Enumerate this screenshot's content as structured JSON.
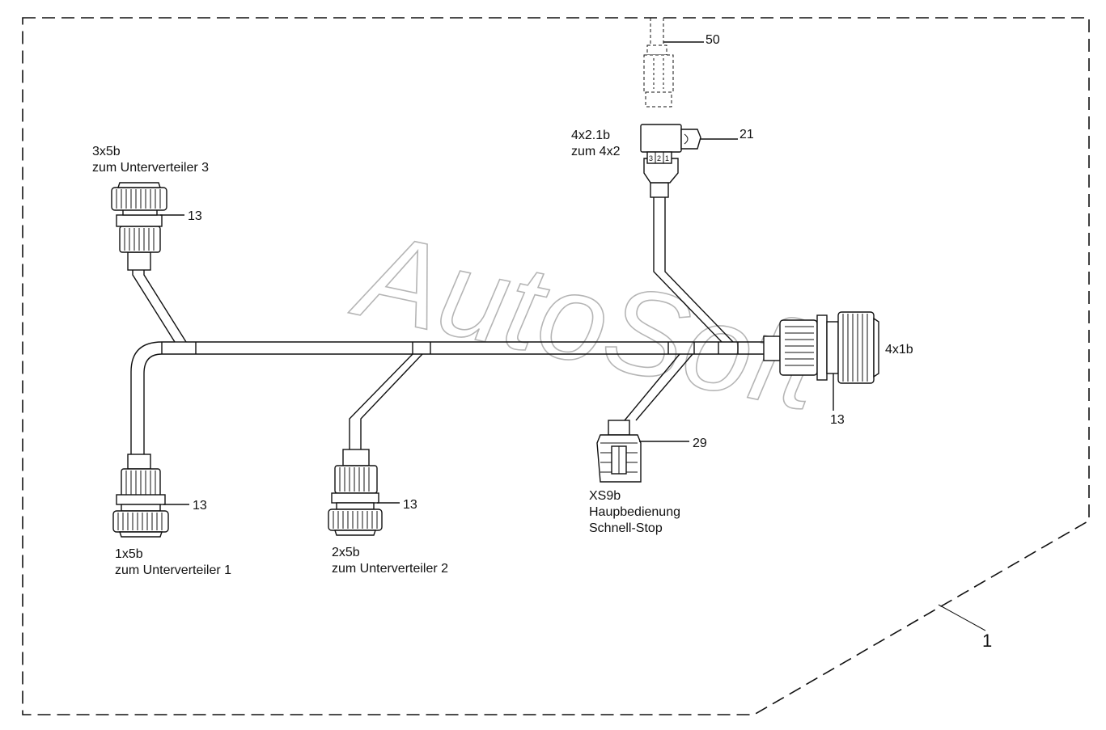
{
  "watermark": "AutoSoft",
  "assembly_callout": "1",
  "connectors": {
    "top_left": {
      "code": "3x5b",
      "desc": "zum Unterverteiler 3",
      "callout": "13"
    },
    "bottom_left": {
      "code": "1x5b",
      "desc": "zum Unterverteiler 1",
      "callout": "13"
    },
    "bottom_mid": {
      "code": "2x5b",
      "desc": "zum Unterverteiler 2",
      "callout": "13"
    },
    "right": {
      "code": "4x1b",
      "callout": "13"
    },
    "switch": {
      "code": "XS9b",
      "desc1": "Haupbedienung",
      "desc2": "Schnell-Stop",
      "callout": "29"
    },
    "angle": {
      "code": "4x2.1b",
      "desc": "zum 4x2",
      "callout": "21",
      "pins": [
        "3",
        "2",
        "1"
      ]
    },
    "mating": {
      "callout": "50"
    }
  }
}
